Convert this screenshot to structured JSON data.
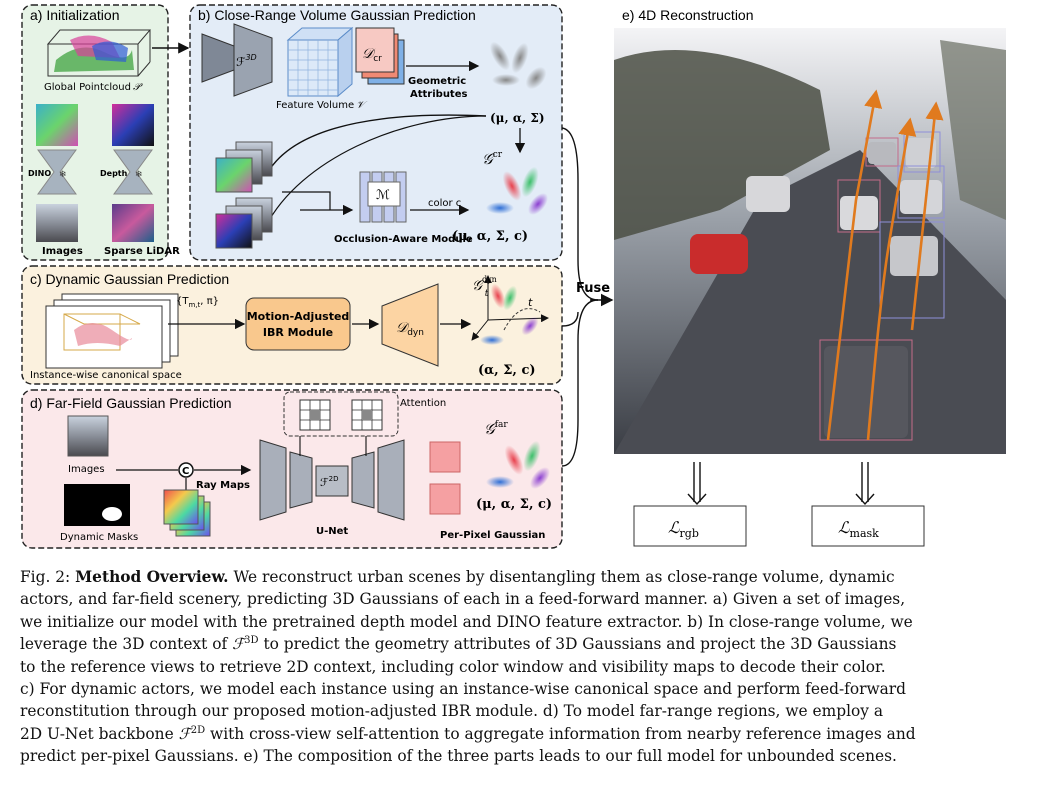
{
  "panels": {
    "a": {
      "title": "a) Initialization",
      "pointcloud_label": "Global Pointcloud",
      "pointcloud_symbol": "𝒫",
      "dino": "DINO",
      "depth": "Depth",
      "images": "Images",
      "lidar": "Sparse LiDAR"
    },
    "b": {
      "title": "b) Close-Range Volume Gaussian Prediction",
      "f3d": "ℱ",
      "f3d_sup": "3D",
      "feature_volume": "Feature Volume",
      "feature_volume_symbol": "𝒱",
      "dcr": "𝒟",
      "dcr_sub": "cr",
      "geom1": "Geometric",
      "geom2": "Attributes",
      "mu_alpha_sigma": "(μ, α, Σ)",
      "gcr": "𝒢",
      "gcr_sup": "cr",
      "M": "ℳ",
      "color": "color c",
      "occlusion": "Occlusion-Aware Module",
      "mu_alpha_sigma_c": "(μ, α, Σ, c)"
    },
    "c": {
      "title": "c) Dynamic Gaussian Prediction",
      "T": "{T",
      "T_sub": "m,t",
      "T_end": ", π}",
      "motion1": "Motion-Adjusted",
      "motion2": "IBR Module",
      "ddyn": "𝒟",
      "ddyn_sub": "dyn",
      "gt": "𝒢",
      "gt_sub": "t",
      "gt_sup": "dyn",
      "t": "t",
      "instance": "Instance-wise canonical space",
      "alpha_sigma_c": "(α, Σ, c)"
    },
    "d": {
      "title": "d) Far-Field Gaussian Prediction",
      "attention": "Attention",
      "images": "Images",
      "ray_maps": "Ray Maps",
      "masks": "Dynamic Masks",
      "f2d": "ℱ",
      "f2d_sup": "2D",
      "unet": "U-Net",
      "gfar": "𝒢",
      "gfar_sup": "far",
      "mu_alpha_sigma_c": "(μ, α, Σ, c)",
      "per_pixel": "Per-Pixel Gaussian",
      "concat": "C"
    },
    "e": {
      "title": "e) 4D Reconstruction",
      "lrgb": "ℒ",
      "lrgb_sub": "rgb",
      "lmask": "ℒ",
      "lmask_sub": "mask"
    },
    "fuse": "Fuse"
  },
  "caption": {
    "label": "Fig. 2:",
    "bold": "Method Overview.",
    "l1": "We reconstruct urban scenes by disentangling them as close-range volume, dynamic",
    "l2": "actors, and far-field scenery, predicting 3D Gaussians of each in a feed-forward manner. a) Given a set of images,",
    "l3": "we initialize our model with the pretrained depth model and DINO feature extractor. b) In close-range volume, we",
    "l4a": "leverage the 3D context of",
    "l4b": "to predict the geometry attributes of 3D Gaussians and project the 3D Gaussians",
    "l5": "to the reference views to retrieve 2D context, including color window and visibility maps to decode their color.",
    "l6": "c) For dynamic actors, we model each instance using an instance-wise canonical space and perform feed-forward",
    "l7": "reconstitution through our proposed motion-adjusted IBR module. d) To model far-range regions, we employ a",
    "l8a": "2D U-Net backbone",
    "l8b": "with cross-view self-attention to aggregate information from nearby reference images and",
    "l9": "predict per-pixel Gaussians. e) The composition of the three parts leads to our full model for unbounded scenes.",
    "f": "ℱ",
    "sup3d": "3D",
    "sup2d": "2D"
  }
}
